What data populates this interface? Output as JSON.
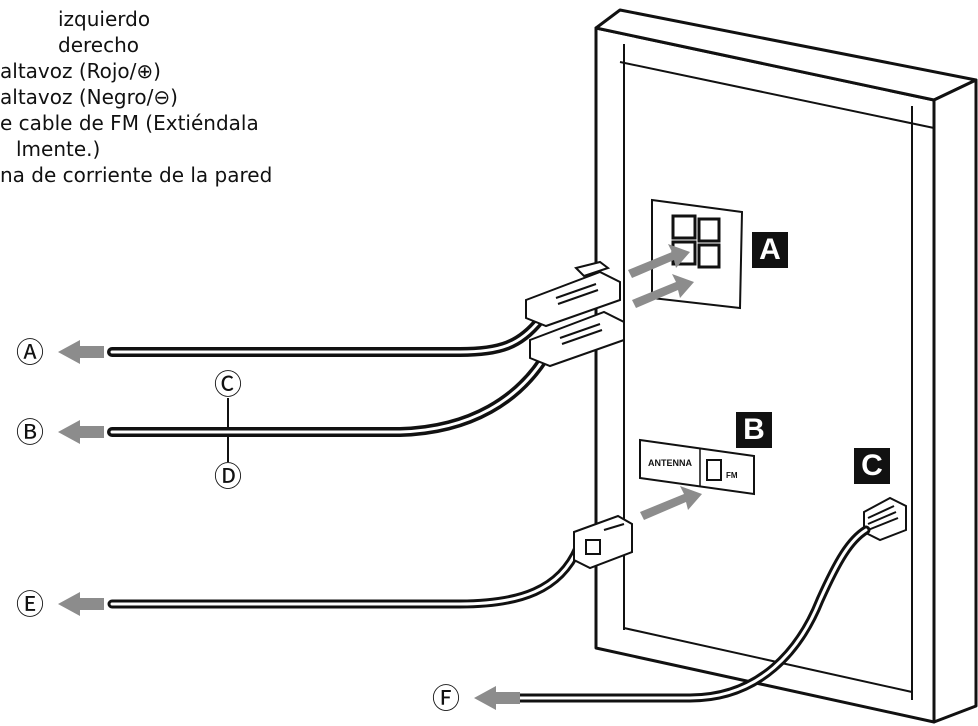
{
  "legend": [
    "izquierdo",
    "derecho",
    "altavoz (Rojo/⊕)",
    "altavoz (Negro/⊖)",
    "e cable de FM (Extiéndala",
    "lmente.)",
    "na de corriente de la pared"
  ],
  "markers": {
    "a": "Ⓐ",
    "b": "Ⓑ",
    "c": "Ⓒ",
    "d": "Ⓓ",
    "e": "Ⓔ",
    "f": "Ⓕ"
  },
  "boxes": {
    "a": "A",
    "b": "B",
    "c": "C"
  },
  "panel": {
    "antenna": "ANTENNA",
    "fm": "FM"
  },
  "colors": {
    "line": "#111111",
    "arrow": "#8c8c8c",
    "panel_edge": "#222222"
  }
}
